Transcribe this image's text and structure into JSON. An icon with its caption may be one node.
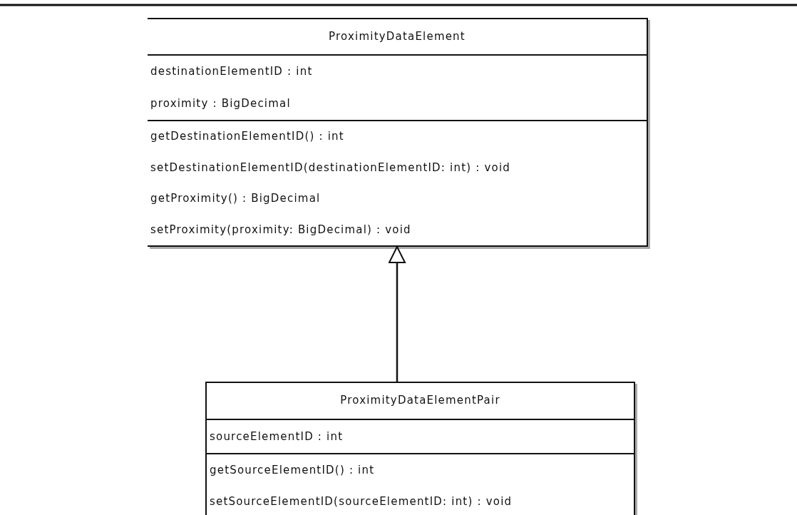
{
  "diagram": {
    "nodes": [
      {
        "text": [
          "ProximityDataElement",
          "destinationElementID : int",
          "proximity : BigDecimal",
          "getDestinationElementID() : int",
          "setDestinationElementID(destinationElementID: int) : void",
          "getProximity() : BigDecimal",
          "setProximity(proximity: BigDecimal) : void"
        ]
      },
      {
        "text": [
          "ProximityDataElementPair",
          "sourceElementID : int",
          "getSourceElementID() : int",
          "setSourceElementID(sourceElementID: int) : void"
        ]
      }
    ],
    "edges": [
      {
        "from": 1,
        "to": 0,
        "arrow": "to"
      }
    ]
  }
}
